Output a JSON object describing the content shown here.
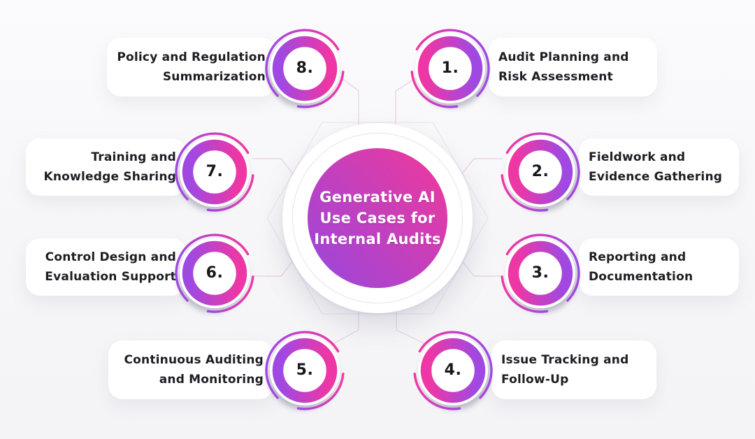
{
  "center": {
    "line1": "Generative AI",
    "line2": "Use Cases for",
    "line3": "Internal Audits"
  },
  "nodes": [
    {
      "number": "1.",
      "label_line1": "Audit Planning and",
      "label_line2": "Risk Assessment"
    },
    {
      "number": "2.",
      "label_line1": "Fieldwork and",
      "label_line2": "Evidence Gathering"
    },
    {
      "number": "3.",
      "label_line1": "Reporting and",
      "label_line2": "Documentation"
    },
    {
      "number": "4.",
      "label_line1": "Issue Tracking and",
      "label_line2": "Follow-Up"
    },
    {
      "number": "5.",
      "label_line1": "Continuous Auditing",
      "label_line2": "and Monitoring"
    },
    {
      "number": "6.",
      "label_line1": "Control Design and",
      "label_line2": "Evaluation Support"
    },
    {
      "number": "7.",
      "label_line1": "Training and",
      "label_line2": "Knowledge Sharing"
    },
    {
      "number": "8.",
      "label_line1": "Policy and Regulation",
      "label_line2": "Summarization"
    }
  ],
  "colors": {
    "badge_pink": "#ee37a4",
    "badge_purple": "#9f49e2",
    "center_gradient_start": "#9d46da",
    "center_gradient_end": "#ec399e",
    "connector": "#ecd2ea",
    "text_dark": "#1d1d23",
    "background": "#f6f6f8"
  }
}
